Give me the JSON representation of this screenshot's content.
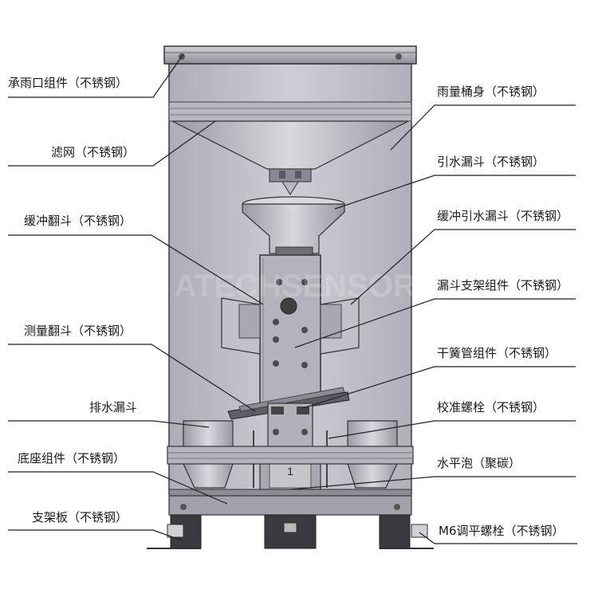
{
  "labels": {
    "left": [
      {
        "id": "rain-collector",
        "text": "承雨口组件（不锈钢）"
      },
      {
        "id": "filter-mesh",
        "text": "滤网（不锈钢）"
      },
      {
        "id": "buffer-tipping-bucket",
        "text": "缓冲翻斗（不锈钢）"
      },
      {
        "id": "measuring-tipping-bucket",
        "text": "测量翻斗（不锈钢）"
      },
      {
        "id": "drain-funnel",
        "text": "排水漏斗"
      },
      {
        "id": "base-assembly",
        "text": "底座组件（不锈钢）"
      },
      {
        "id": "support-plate",
        "text": "支架板（不锈钢）"
      }
    ],
    "right": [
      {
        "id": "gauge-body",
        "text": "雨量桶身（不锈钢）"
      },
      {
        "id": "guide-funnel",
        "text": "引水漏斗（不锈钢）"
      },
      {
        "id": "buffer-guide-funnel",
        "text": "缓冲引水漏斗（不锈钢）"
      },
      {
        "id": "funnel-bracket",
        "text": "漏斗支架组件（不锈钢）"
      },
      {
        "id": "reed-switch",
        "text": "干簧管组件（不锈钢）"
      },
      {
        "id": "calibration-bolt",
        "text": "校准螺栓（不锈钢）"
      },
      {
        "id": "bubble-level",
        "text": "水平泡（聚碳）"
      },
      {
        "id": "leveling-bolt",
        "text": "M6调平螺栓（不锈钢）"
      }
    ]
  },
  "watermark": "ATECHSENSOR",
  "bucket_digit": "1",
  "colors": {
    "body": "#c5c3cb",
    "metal": "#8e8c96",
    "dark": "#3a3a40",
    "line": "#222222"
  }
}
